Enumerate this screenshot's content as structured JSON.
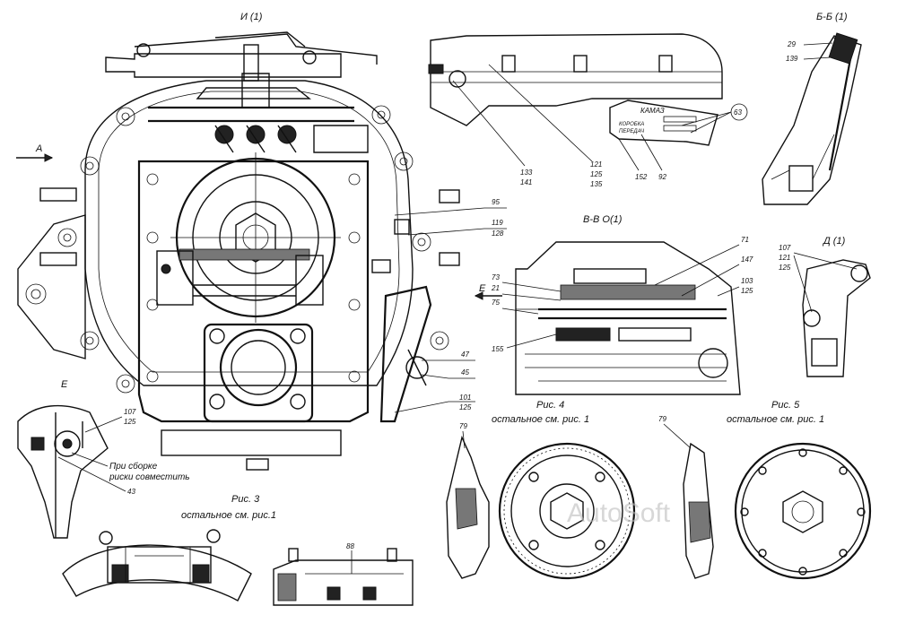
{
  "views": {
    "i_title": "И (1)",
    "bb_title": "Б-Б (1)",
    "vv_title": "В-В О(1)",
    "d_title": "Д (1)",
    "e_title": "Е",
    "arrow_a": "А",
    "arrow_e": "Е"
  },
  "plate": {
    "brand": "КАМАЗ",
    "line1": "КОРОБКА",
    "line2": "ПЕРЕДАЧ"
  },
  "callouts": {
    "c29": "29",
    "c139": "139",
    "c133": "133",
    "c141": "141",
    "c121a": "121",
    "c125a": "125",
    "c135": "135",
    "c152": "152",
    "c92": "92",
    "c63": "63",
    "c95": "95",
    "c119": "119",
    "c128": "128",
    "c47": "47",
    "c45": "45",
    "c101": "101",
    "c125b": "125",
    "c71": "71",
    "c73": "73",
    "c21": "21",
    "c75": "75",
    "c155": "155",
    "c147": "147",
    "c103": "103",
    "c125c": "125",
    "c107a": "107",
    "c121b": "121",
    "c125d": "125",
    "c107b": "107",
    "c125e": "125",
    "c43": "43",
    "c79a": "79",
    "c79b": "79",
    "c88": "88"
  },
  "notes": {
    "assembly_1": "При сборке",
    "assembly_2": "риски совместить"
  },
  "captions": {
    "fig3": "Рис. 3",
    "fig3_sub": "остальное см. рис.1",
    "fig4": "Рис. 4",
    "fig4_sub": "остальное см. рис. 1",
    "fig5": "Рис. 5",
    "fig5_sub": "остальное см. рис. 1"
  },
  "watermark": "AutoSoft"
}
